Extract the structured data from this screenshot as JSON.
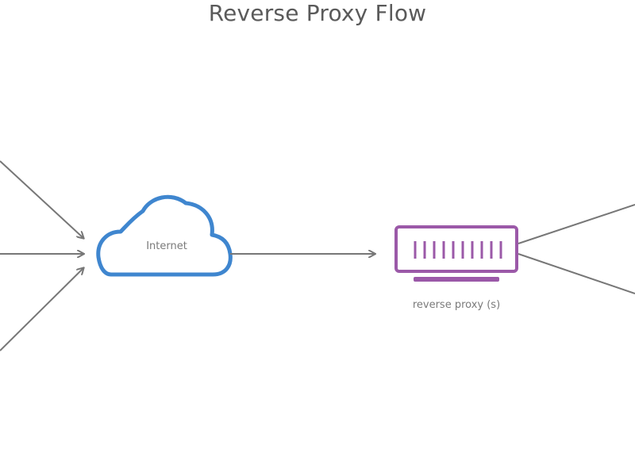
{
  "diagram": {
    "title": "Reverse Proxy Flow",
    "nodes": {
      "internet": {
        "label": "Internet",
        "icon": "cloud-icon",
        "color": "#3f86cf"
      },
      "reverse_proxy": {
        "label": "reverse proxy (s)",
        "icon": "server-icon",
        "color": "#9b59a8"
      }
    },
    "connector_color": "#777777"
  }
}
